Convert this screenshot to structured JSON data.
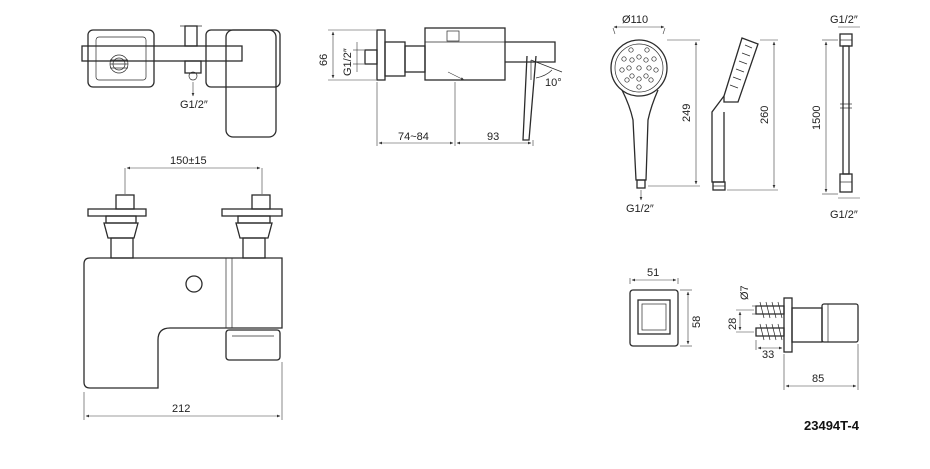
{
  "labels": {
    "mixer_top_thread": "G1/2″",
    "side_height": "66",
    "side_thread": "G1/2″",
    "side_depth_range": "74~84",
    "side_spout_depth": "93",
    "side_angle": "10°",
    "handshower_diameter": "Ø110",
    "handshower_length": "249",
    "handshower_thread": "G1/2″",
    "handshower_side_length": "260",
    "hose_top_thread": "G1/2″",
    "hose_length": "1500",
    "hose_bottom_thread": "G1/2″",
    "front_spacing": "150±15",
    "front_width": "212",
    "outlet_width": "51",
    "outlet_height": "58",
    "screw_diameter": "Ø7",
    "screw_spacing": "28",
    "screw_offset": "33",
    "outlet_depth": "85",
    "model_code": "23494T-4"
  }
}
